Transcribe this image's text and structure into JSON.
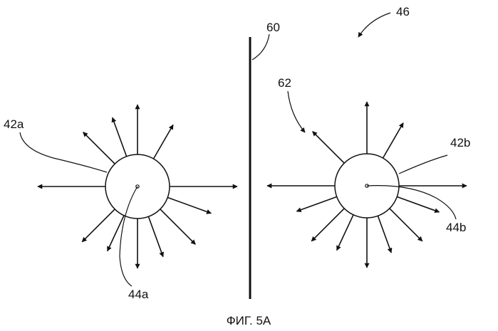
{
  "figure": {
    "caption": "ФИГ. 5А",
    "refs": {
      "assembly": "46",
      "divider": "60",
      "field_arrows": "62",
      "left_circle": "42a",
      "left_center": "44a",
      "right_circle": "42b",
      "right_center": "44b"
    },
    "emitters": [
      {
        "name": "left-emitter",
        "arrow_count": 12
      },
      {
        "name": "right-emitter",
        "arrow_count": 12
      }
    ],
    "colors": {
      "ink": "#111111",
      "background": "#ffffff"
    }
  }
}
